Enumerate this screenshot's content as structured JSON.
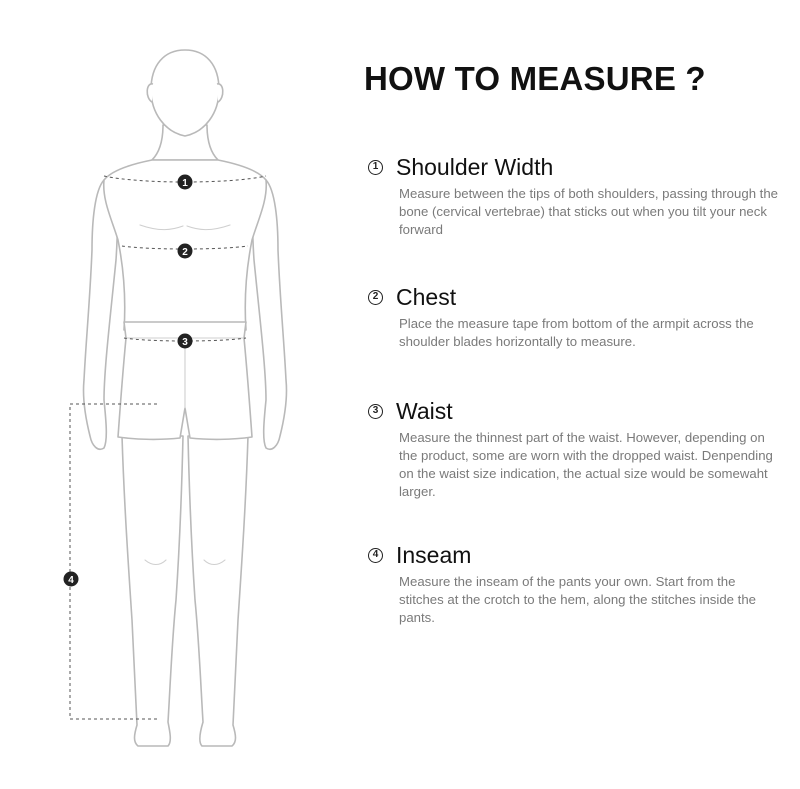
{
  "title": "HOW TO MEASURE ?",
  "sections": [
    {
      "num": "1",
      "title": "Shoulder Width",
      "description": "Measure between the tips of both shoulders, passing through the bone (cervical vertebrae) that sticks out when you tilt your neck forward"
    },
    {
      "num": "2",
      "title": "Chest",
      "description": "Place the measure tape from bottom of the armpit across the shoulder blades horizontally to measure."
    },
    {
      "num": "3",
      "title": "Waist",
      "description": "Measure the thinnest part of the waist. However, depending on the product, some are worn with the dropped waist. Denpending on the waist size indication, the actual size would be somewaht larger."
    },
    {
      "num": "4",
      "title": "Inseam",
      "description": "Measure the inseam of the pants your own. Start from the stitches at the crotch to the hem, along the stitches inside the pants."
    }
  ],
  "figure_markers": [
    "1",
    "2",
    "3",
    "4"
  ],
  "colors": {
    "outline": "#b9b9b9",
    "marker": "#222222",
    "title": "#111111",
    "description": "#7a7a7a"
  }
}
